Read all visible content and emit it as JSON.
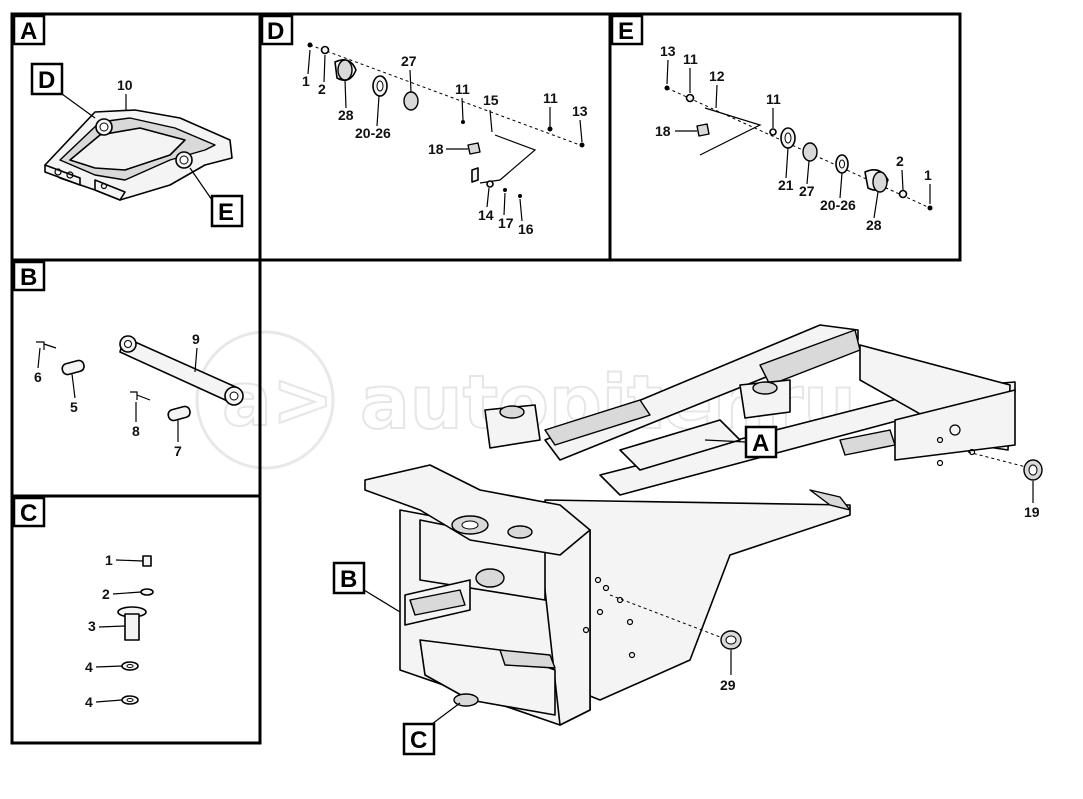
{
  "watermark": {
    "text": "autopiter.ru",
    "logo_text": "a>"
  },
  "panels": {
    "A": {
      "tag": "A",
      "callouts": [
        "D",
        "E"
      ],
      "parts": [
        "10"
      ]
    },
    "D": {
      "tag": "D",
      "parts": [
        "1",
        "2",
        "28",
        "27",
        "20-26",
        "11",
        "15",
        "11",
        "13",
        "18",
        "14",
        "17",
        "16"
      ]
    },
    "E": {
      "tag": "E",
      "parts": [
        "13",
        "11",
        "12",
        "11",
        "18",
        "21",
        "27",
        "20-26",
        "2",
        "1",
        "28"
      ]
    },
    "B": {
      "tag": "B",
      "parts": [
        "6",
        "5",
        "9",
        "8",
        "7"
      ]
    },
    "C": {
      "tag": "C",
      "parts": [
        "1",
        "2",
        "3",
        "4",
        "4"
      ]
    },
    "main": {
      "callouts": [
        "A",
        "B",
        "C"
      ],
      "parts": [
        "19",
        "29"
      ]
    }
  }
}
